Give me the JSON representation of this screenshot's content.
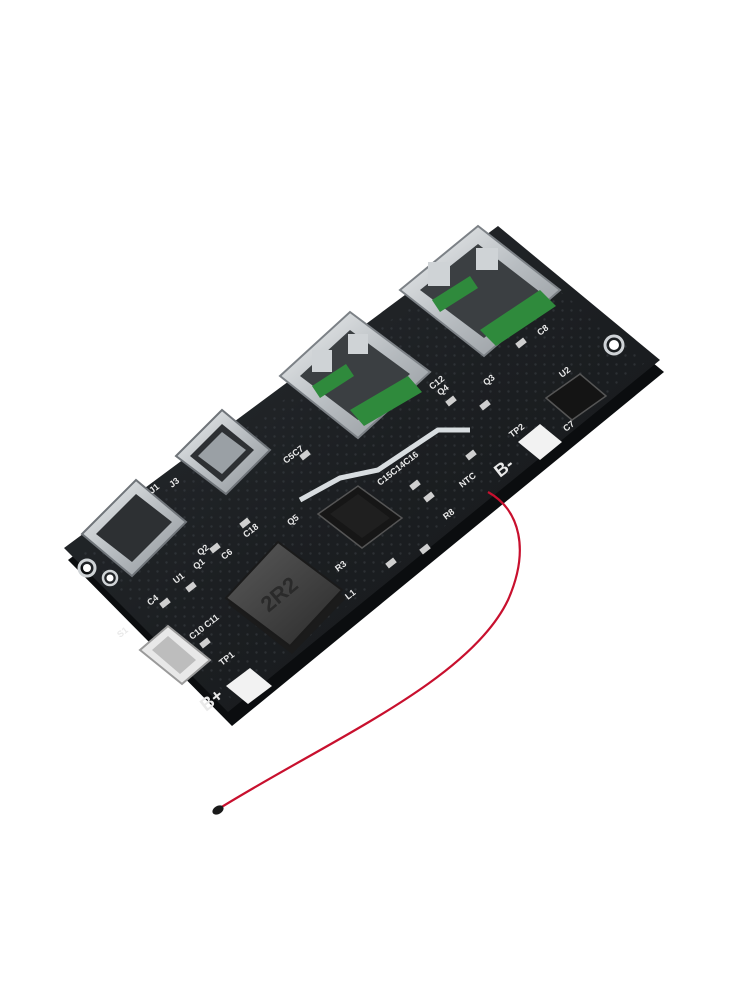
{
  "photo": {
    "subject": "power-bank-pcb-module",
    "colors": {
      "background": "#ffffff",
      "board": "#1c1f22",
      "board_edge": "#0c0e10",
      "trace": "#d8dde0",
      "usb_metal": "#c9cdd0",
      "usb_insert": "#2f8a3c",
      "inductor": "#3a3a3a",
      "wire": "#c8102e",
      "pad": "#f2f2f2"
    },
    "labels": {
      "b_plus": "B+",
      "b_minus": "B-",
      "tp1": "TP1",
      "tp2": "TP2",
      "j1": "J1",
      "j3": "J3",
      "s1": "S1",
      "u1": "U1",
      "u2": "U2",
      "l1": "L1",
      "q1": "Q1",
      "q2": "Q2",
      "q3": "Q3",
      "q4": "Q4",
      "q5": "Q5",
      "c4": "C4",
      "c5c7": "C5C7",
      "c6": "C6",
      "c7": "C7",
      "c8": "C8",
      "c10c11": "C10 C11",
      "c12": "C12",
      "c15": "C15C14C16",
      "c18": "C18",
      "r8": "R8",
      "r3": "R3",
      "ntc": "NTC",
      "inductor_marking": "2R2"
    }
  }
}
